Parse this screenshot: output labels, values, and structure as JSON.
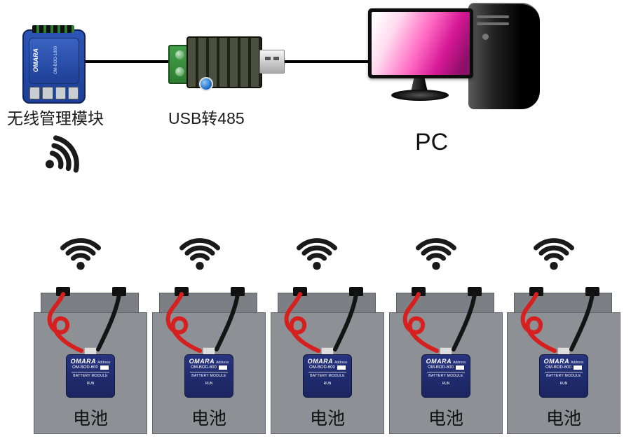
{
  "devices": {
    "wireless_module": {
      "label": "无线管理模块",
      "brand": "OMARA",
      "model": "OM-BOD-1000"
    },
    "usb_converter": {
      "label": "USB转485"
    },
    "pc": {
      "label": "PC"
    }
  },
  "batteries": [
    {
      "label": "电池",
      "module": {
        "brand": "OMARA",
        "address": "Address",
        "model": "OM-BOD-600",
        "type": "BATTERY MODULE",
        "status": "RUN"
      }
    },
    {
      "label": "电池",
      "module": {
        "brand": "OMARA",
        "address": "Address",
        "model": "OM-BOD-600",
        "type": "BATTERY MODULE",
        "status": "RUN"
      }
    },
    {
      "label": "电池",
      "module": {
        "brand": "OMARA",
        "address": "Address",
        "model": "OM-BOD-600",
        "type": "BATTERY MODULE",
        "status": "RUN"
      }
    },
    {
      "label": "电池",
      "module": {
        "brand": "OMARA",
        "address": "Address",
        "model": "OM-BOD-600",
        "type": "BATTERY MODULE",
        "status": "RUN"
      }
    },
    {
      "label": "电池",
      "module": {
        "brand": "OMARA",
        "address": "Address",
        "model": "OM-BOD-600",
        "type": "BATTERY MODULE",
        "status": "RUN"
      }
    }
  ],
  "colors": {
    "background": "#ffffff",
    "module_blue": "#1d3f96",
    "battery_module_blue": "#1b2560",
    "battery_gray": "#8d9195",
    "wire_red": "#d6201f",
    "wire_black": "#141414",
    "converter_green": "#2e7d32",
    "screen_magenta": "#d61895",
    "wifi_black": "#1a1a1a"
  }
}
